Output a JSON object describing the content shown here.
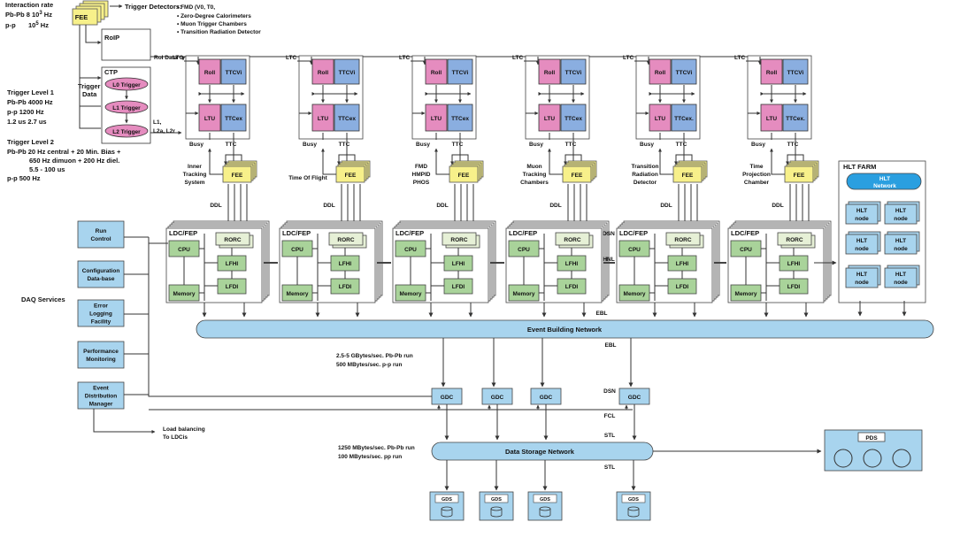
{
  "top_left": {
    "interaction_rate": "Interaction rate",
    "pbpb_rate": "Pb-Pb 8 10",
    "pbpb_exp": "3",
    "pbpb_unit": " Hz",
    "pp_label": "p-p",
    "pp_rate": "10",
    "pp_exp": "5",
    "pp_unit": " Hz",
    "trig1_title": "Trigger Level 1",
    "trig1_pbpb": "Pb-Pb 4000 Hz",
    "trig1_pp": "p-p      1200 Hz",
    "trig1_lat": "1.2 us 2.7 us",
    "trig2_title": "Trigger Level  2",
    "trig2_line1": "Pb-Pb 20 Hz central + 20 Min. Bias +",
    "trig2_line2": "650 Hz dimuon + 200 Hz diel.",
    "trig2_line3": "5.5 - 100 us",
    "trig2_pp": "p-p        500 Hz",
    "daq_services": "DAQ Services"
  },
  "trigger": {
    "fee": "FEE",
    "detectors_title": "Trigger Detectors:",
    "detectors": [
      "• FMD (V0, T0,",
      "• Zero-Degree Calorimeters",
      "• Muon Trigger Chambers",
      "• Transition Radiation Detector"
    ],
    "roip": "RoIP",
    "roi_data": "RoI Data",
    "ctp": "CTP",
    "trigger_data_1": "Trigger",
    "trigger_data_2": "Data",
    "l0": "L0 Trigger",
    "l1": "L1 Trigger",
    "l2": "L2 Trigger",
    "l_labels_1": "L1,",
    "l_labels_2": "L2a, L2r"
  },
  "detectors": [
    {
      "name_lines": [
        "Inner",
        "Tracking",
        "System"
      ],
      "ttc2": "TTCex"
    },
    {
      "name_lines": [
        "Time Of Flight"
      ],
      "ttc2": "TTCex"
    },
    {
      "name_lines": [
        "FMD",
        "HMPID",
        "PHOS"
      ],
      "ttc2": "TTCex"
    },
    {
      "name_lines": [
        "Muon",
        "Tracking",
        "Chambers"
      ],
      "ttc2": "TTCex"
    },
    {
      "name_lines": [
        "Transition",
        "Radiation",
        "Detector"
      ],
      "ttc2": "TTCex."
    },
    {
      "name_lines": [
        "Time",
        "Projection",
        "Chamber"
      ],
      "ttc2": "TTCex."
    }
  ],
  "labels": {
    "ltc": "LTC",
    "roll": "Roll",
    "ttcvi": "TTCVi",
    "ltu": "LTU",
    "busy": "Busy",
    "ttc": "TTC",
    "fee": "FEE",
    "ddl": "DDL",
    "ldc_fep": "LDC/FEP",
    "rorc": "RORC",
    "cpu": "CPU",
    "lfhi": "LFHI",
    "lfdi": "LFDI",
    "memory": "Memory",
    "dsn": "DSN",
    "hnl": "HNL",
    "ebl": "EBL",
    "fcl": "FCL",
    "stl": "STL",
    "gdc": "GDC",
    "gds": "GDS",
    "pds": "PDS"
  },
  "services": [
    {
      "lines": [
        "Run",
        "Control"
      ]
    },
    {
      "lines": [
        "Configuration",
        "Data-base"
      ]
    },
    {
      "lines": [
        "Error",
        "Logging",
        "Facility"
      ]
    },
    {
      "lines": [
        "Performance",
        "Monitoring"
      ]
    },
    {
      "lines": [
        "Event",
        "Distribution",
        "Manager"
      ]
    }
  ],
  "hlt": {
    "title": "HLT FARM",
    "network_1": "HLT",
    "network_2": "Network",
    "node_1": "HLT",
    "node_2": "node",
    "node_alt_2": "node"
  },
  "networks": {
    "event_building": "Event Building Network",
    "data_storage": "Data Storage Network"
  },
  "rates": {
    "eb_line1": "2.5-5 GBytes/sec.  Pb-Pb run",
    "eb_line2": "500 MBytes/sec.    p-p run",
    "ds_line1": "1250 MBytes/sec.  Pb-Pb run",
    "ds_line2": "100 MBytes/sec.   pp run"
  },
  "load_balancing": {
    "line1": "Load balancing",
    "line2": "To LDCis"
  },
  "colors": {
    "fee": "#f7f08a",
    "roll": "#e58cbf",
    "ttc": "#8aaee0",
    "ldc_green": "#a9d39a",
    "network_blue": "#a8d4ee"
  }
}
